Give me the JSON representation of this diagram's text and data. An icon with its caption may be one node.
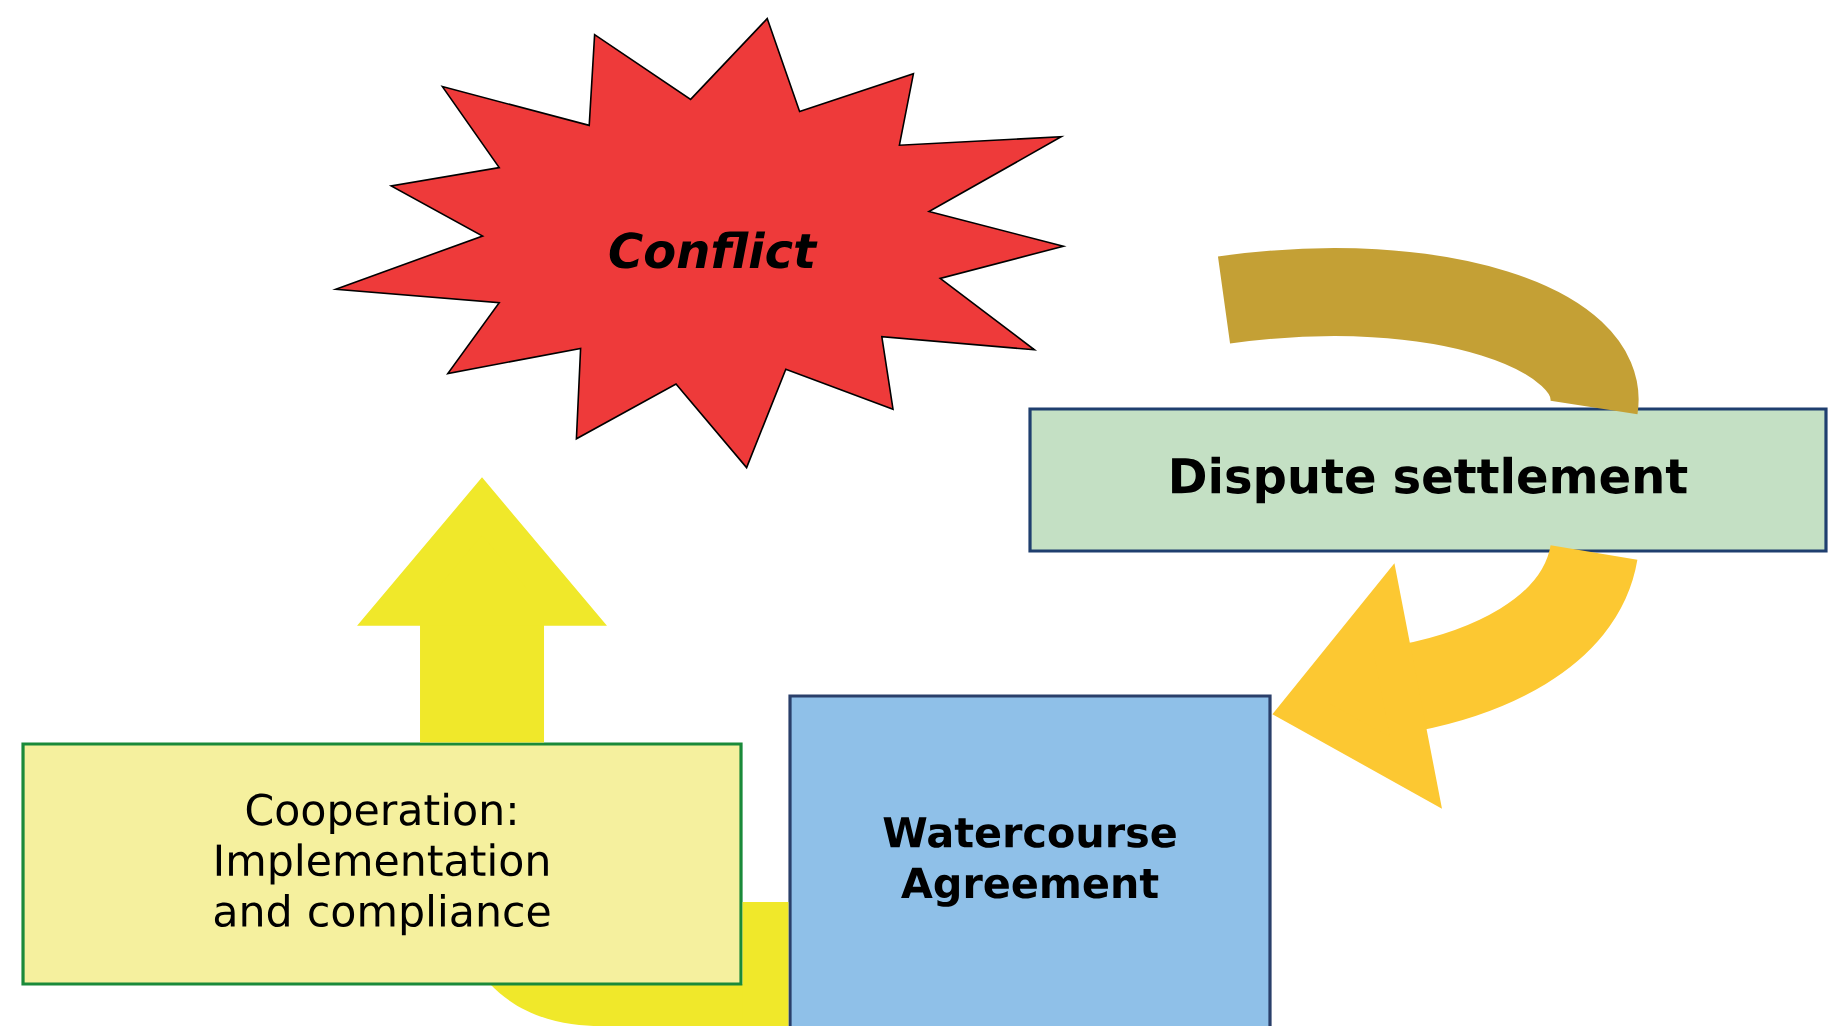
{
  "diagram": {
    "nodes": [
      {
        "text": [
          "Conflict"
        ]
      },
      {
        "text": [
          "Dispute settlement"
        ]
      },
      {
        "text": [
          "Watercourse Agreement"
        ]
      },
      {
        "text": [
          "Cooperation: Implementation and compliance"
        ]
      }
    ],
    "edges": [
      {
        "from": null,
        "to": 1,
        "arrow": "none",
        "color": "#c4a035"
      },
      {
        "from": 1,
        "to": 2,
        "arrow": "to",
        "color": "#fcc832"
      },
      {
        "from": 2,
        "to": 3,
        "arrow": "none",
        "color": "#f0e82a"
      },
      {
        "from": 3,
        "to": 0,
        "arrow": "to",
        "color": "#f0e82a"
      }
    ]
  }
}
